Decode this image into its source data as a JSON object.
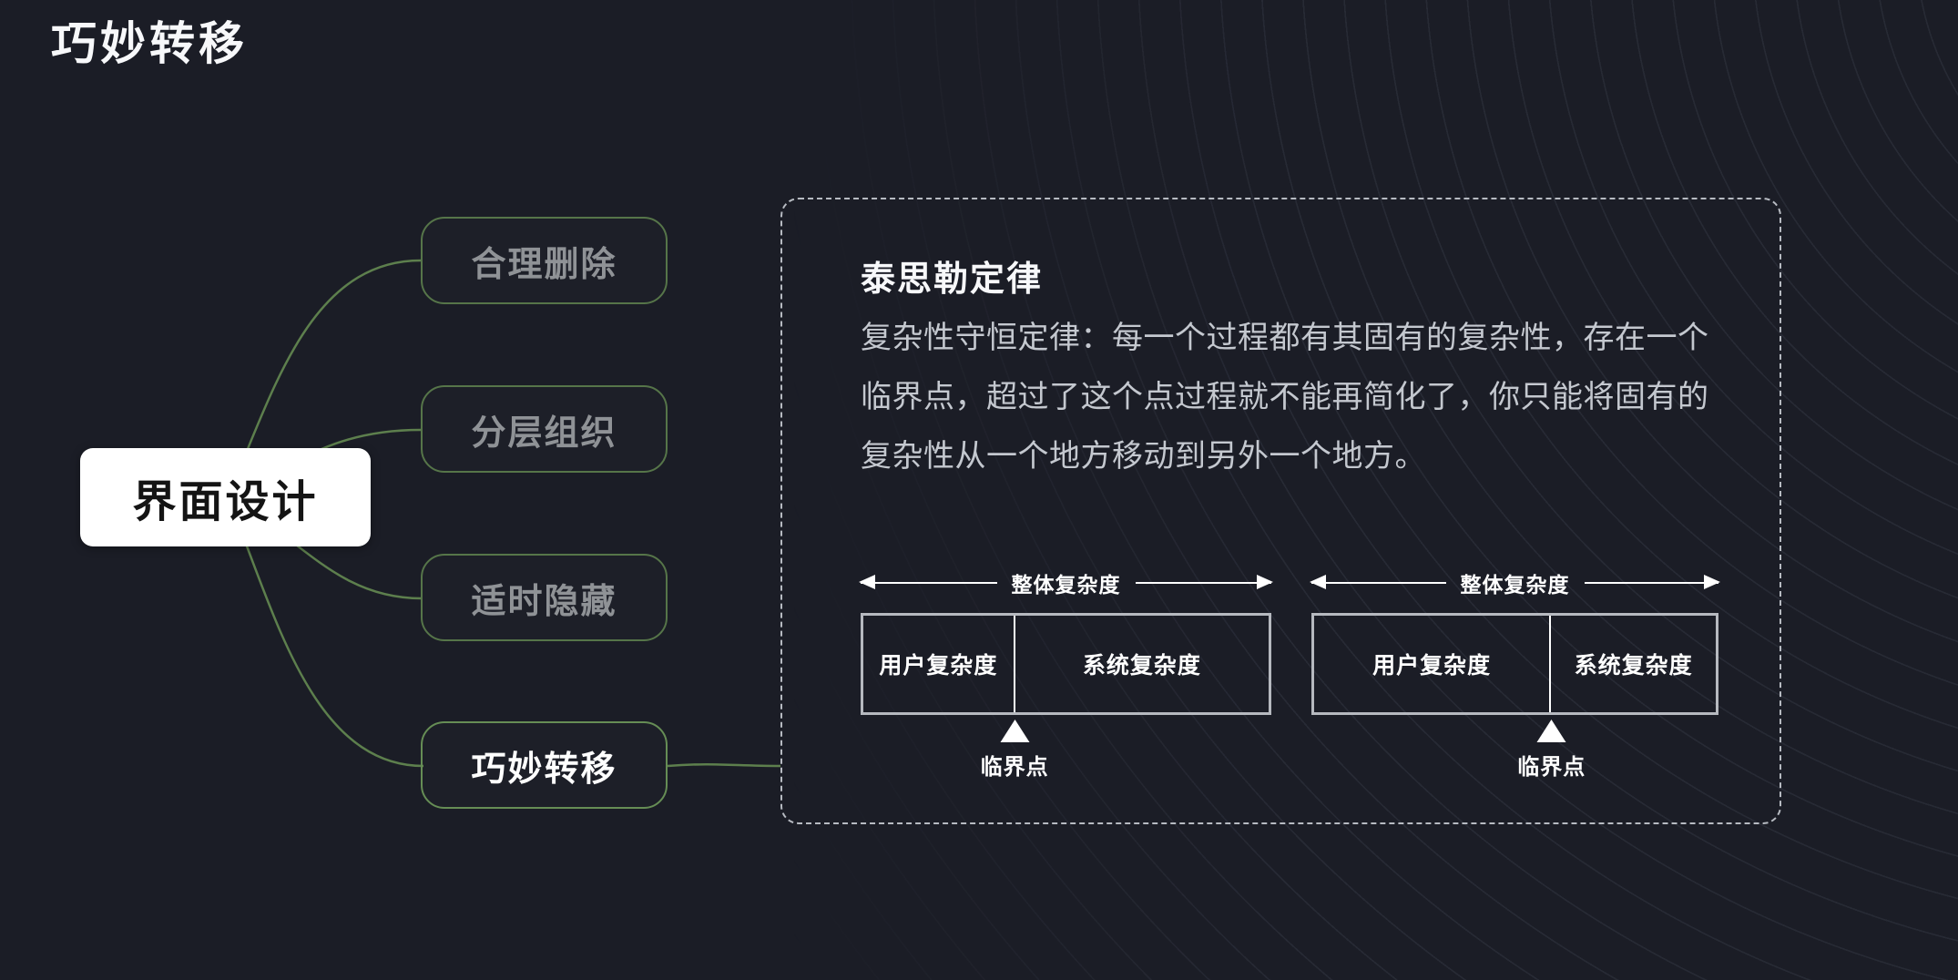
{
  "page_title": "巧妙转移",
  "mindmap": {
    "root_label": "界面设计",
    "children": [
      {
        "label": "合理删除",
        "state": "dimmed"
      },
      {
        "label": "分层组织",
        "state": "dimmed"
      },
      {
        "label": "适时隐藏",
        "state": "dimmed"
      },
      {
        "label": "巧妙转移",
        "state": "active"
      }
    ]
  },
  "panel": {
    "title": "泰思勒定律",
    "description": "复杂性守恒定律：每一个过程都有其固有的复杂性，存在一个临界点，超过了这个点过程就不能再简化了，你只能将固有的复杂性从一个地方移动到另外一个地方。",
    "description_lines": [
      "复杂性守恒定律：每一个过程都有其固有的复杂性，存在一个",
      "临界点，超过了这个点过程就不能再简化了，你只能将固有的",
      "复杂性从一个地方移动到另外一个地方。"
    ],
    "diagrams": [
      {
        "overall_label": "整体复杂度",
        "left_label": "用户复杂度",
        "right_label": "系统复杂度",
        "marker_label": "临界点",
        "user_share_percent": 37.5
      },
      {
        "overall_label": "整体复杂度",
        "left_label": "用户复杂度",
        "right_label": "系统复杂度",
        "marker_label": "临界点",
        "user_share_percent": 59
      }
    ]
  },
  "colors": {
    "background": "#1b1d26",
    "connector_green": "#5d7f4d",
    "node_border_dim": "#567549",
    "node_border_active": "#668d55",
    "dim_text": "#8f9296",
    "panel_border": "#b7bbc2",
    "paragraph_text": "#c4c8cf",
    "bar_border": "#b6b9bf",
    "white": "#ffffff"
  }
}
